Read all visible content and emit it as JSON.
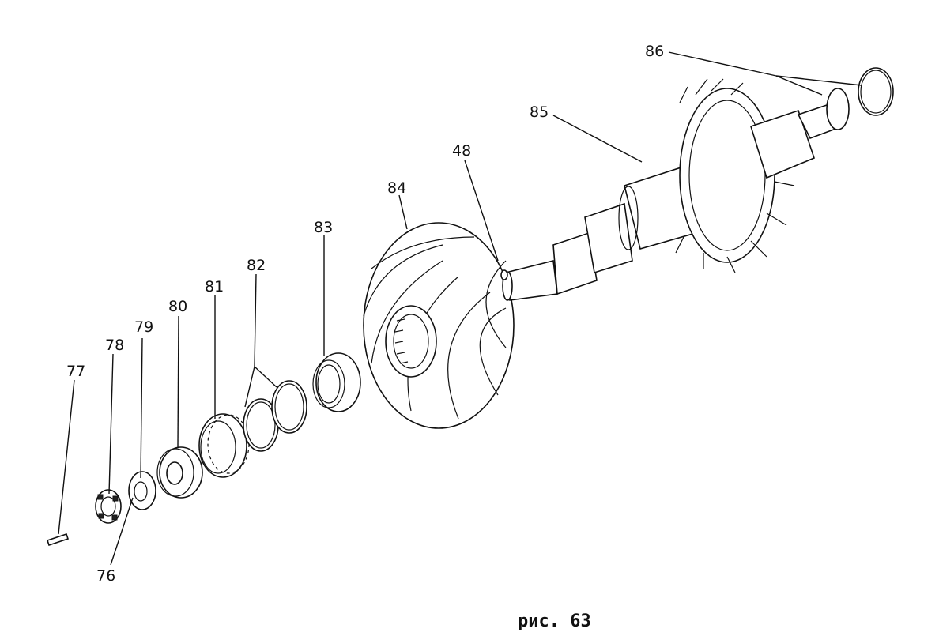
{
  "figure": {
    "caption": "рис. 63",
    "callouts": [
      {
        "id": "77",
        "label": "77"
      },
      {
        "id": "78",
        "label": "78"
      },
      {
        "id": "79",
        "label": "79"
      },
      {
        "id": "80",
        "label": "80"
      },
      {
        "id": "81",
        "label": "81"
      },
      {
        "id": "82",
        "label": "82"
      },
      {
        "id": "83",
        "label": "83"
      },
      {
        "id": "84",
        "label": "84"
      },
      {
        "id": "48",
        "label": "48"
      },
      {
        "id": "85",
        "label": "85"
      },
      {
        "id": "86",
        "label": "86"
      },
      {
        "id": "76",
        "label": "76"
      }
    ]
  }
}
